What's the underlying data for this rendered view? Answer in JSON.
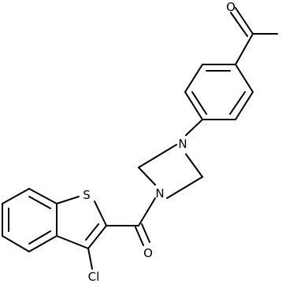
{
  "molecule": {
    "atoms": {
      "oxygen_acetyl": "O",
      "oxygen_carbonyl": "O",
      "nitrogen_top": "N",
      "nitrogen_bottom": "N",
      "sulfur": "S",
      "chlorine": "Cl"
    },
    "colors": {
      "bonds": "#000000",
      "labels": "#000000",
      "background": "#ffffff"
    }
  }
}
